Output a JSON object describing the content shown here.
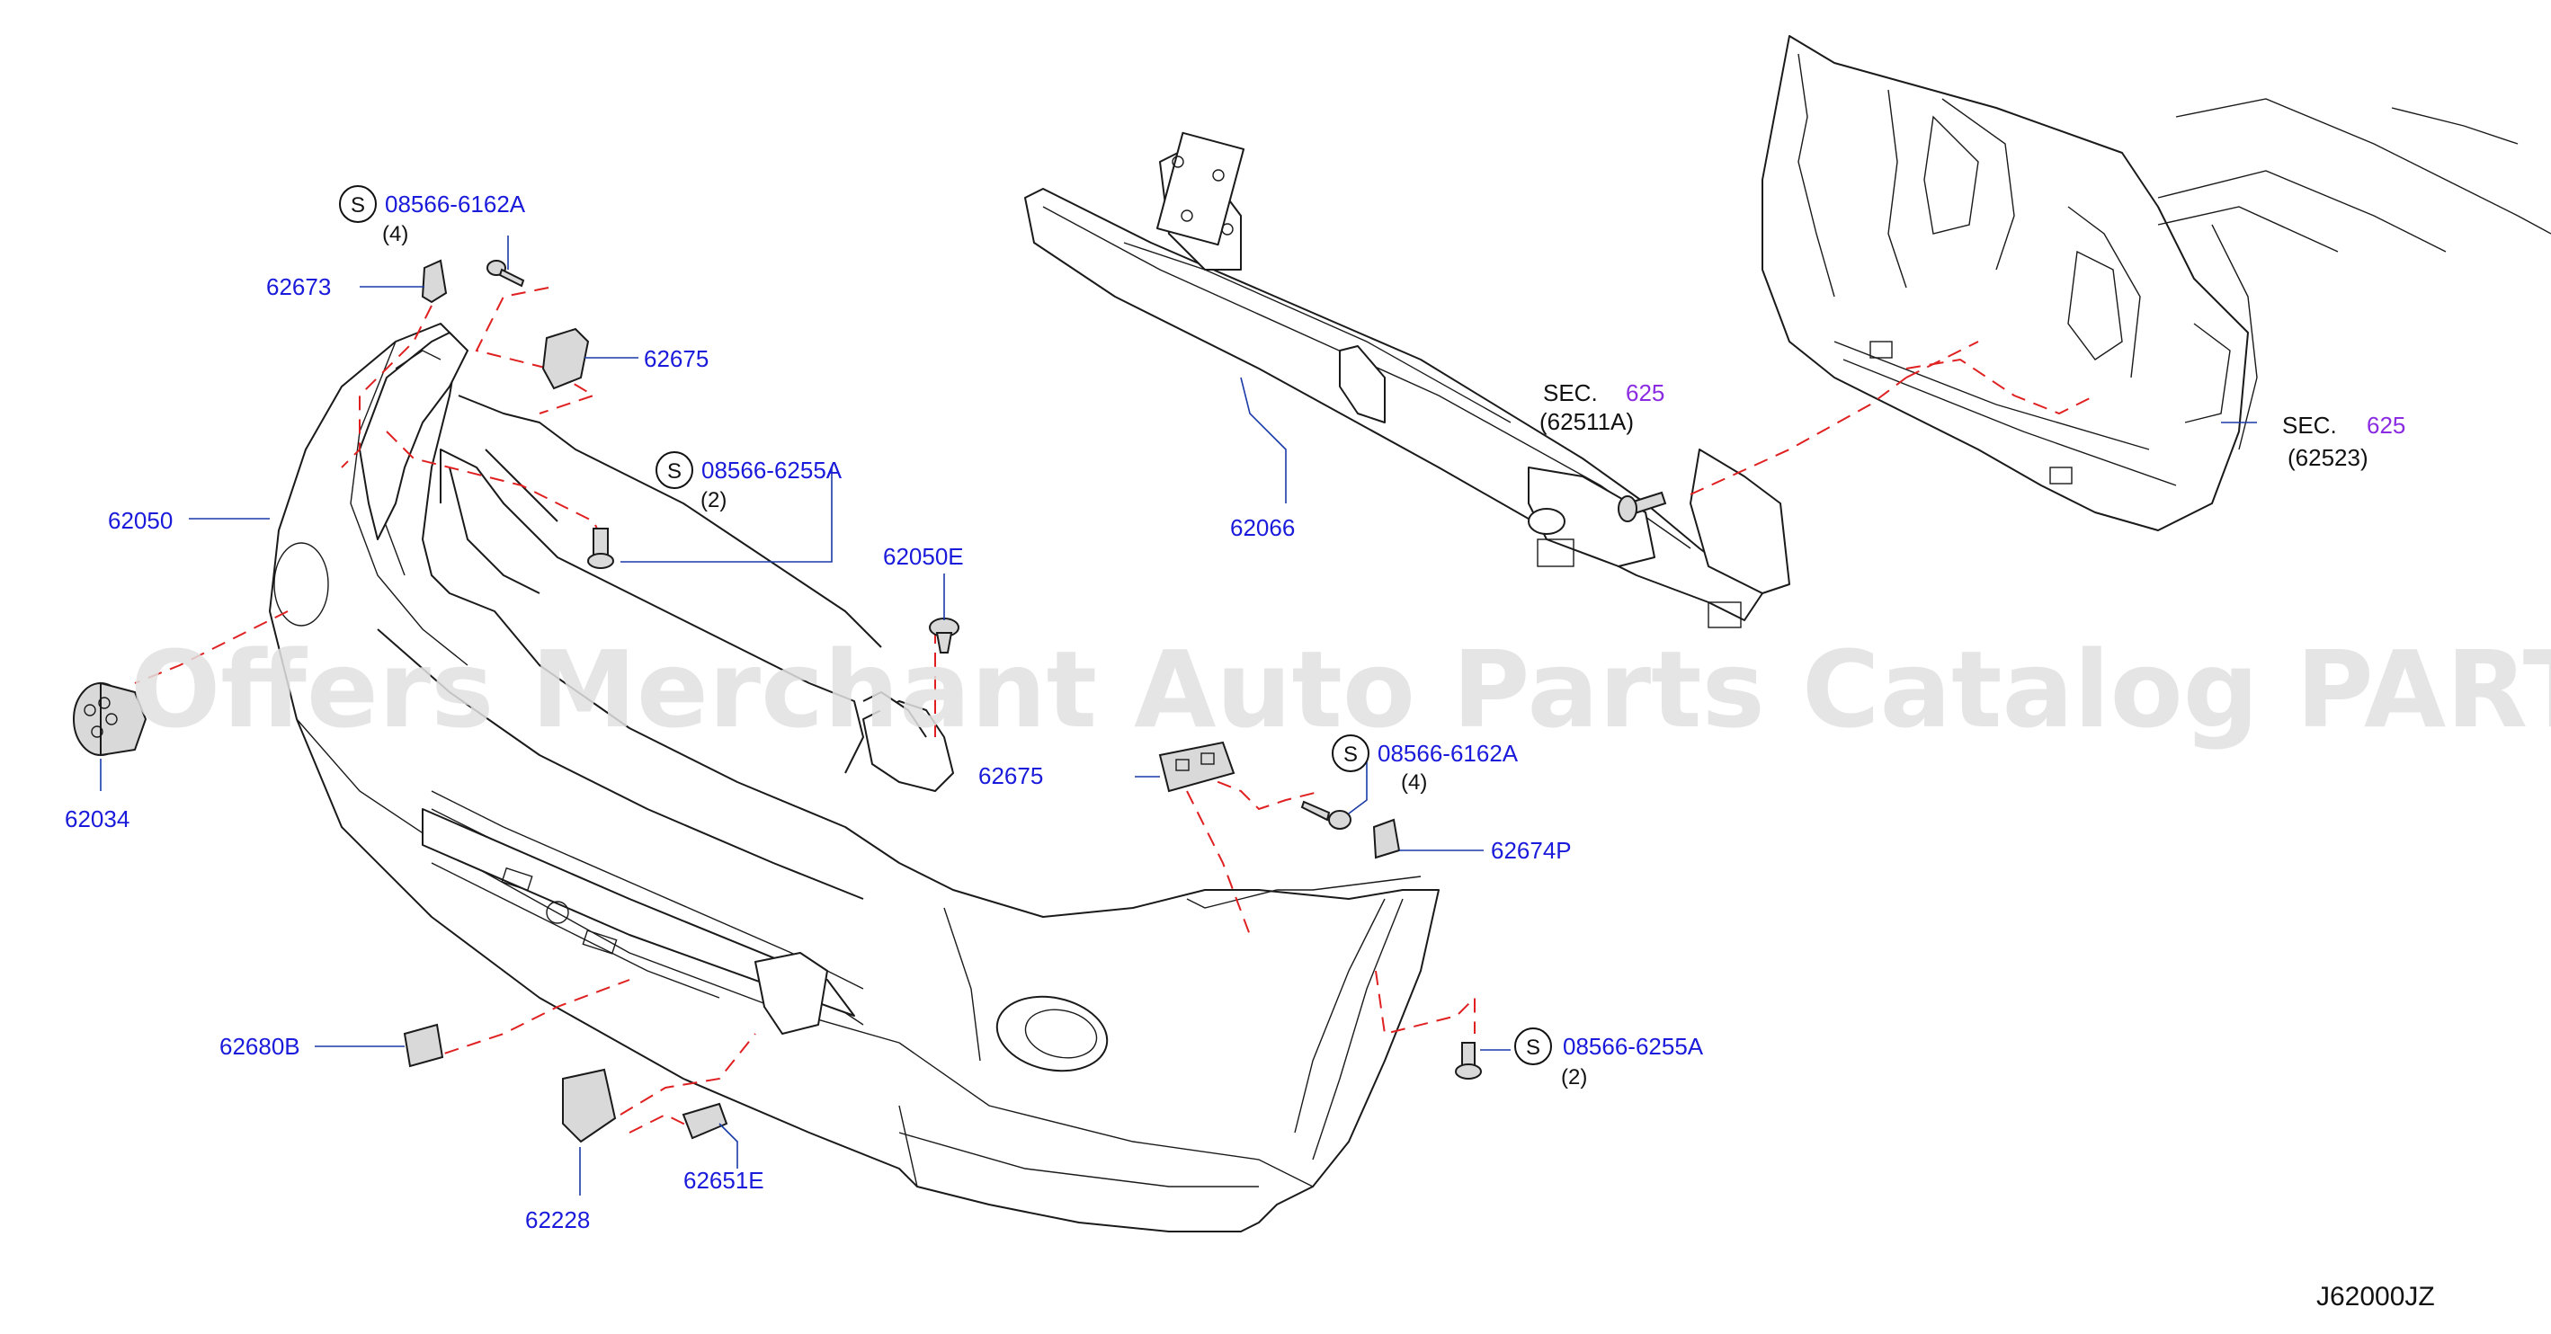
{
  "diagram": {
    "watermark": "Offers Merchant Auto Parts Catalog PARTSTORE.SA",
    "drawing_code": "J62000JZ",
    "accent_colors": {
      "part_number": "#1a1adb",
      "section_number": "#8a2be2",
      "dashed_guide": "#e02020",
      "leader_line": "#1a3aa8"
    },
    "standard_parts": [
      {
        "symbol": "S",
        "part_number": "08566-6162A",
        "quantity": "(4)"
      },
      {
        "symbol": "S",
        "part_number": "08566-6255A",
        "quantity": "(2)"
      },
      {
        "symbol": "S",
        "part_number": "08566-6162A",
        "quantity": "(4)"
      },
      {
        "symbol": "S",
        "part_number": "08566-6255A",
        "quantity": "(2)"
      }
    ],
    "parts": [
      {
        "part_number": "62673"
      },
      {
        "part_number": "62675"
      },
      {
        "part_number": "62050"
      },
      {
        "part_number": "62034"
      },
      {
        "part_number": "62050E"
      },
      {
        "part_number": "62675"
      },
      {
        "part_number": "62674P"
      },
      {
        "part_number": "62680B"
      },
      {
        "part_number": "62228"
      },
      {
        "part_number": "62651E"
      },
      {
        "part_number": "62066"
      }
    ],
    "section_refs": [
      {
        "prefix": "SEC.",
        "section": "625",
        "sub_part": "(62511A)"
      },
      {
        "prefix": "SEC.",
        "section": "625",
        "sub_part": "(62523)"
      }
    ]
  }
}
